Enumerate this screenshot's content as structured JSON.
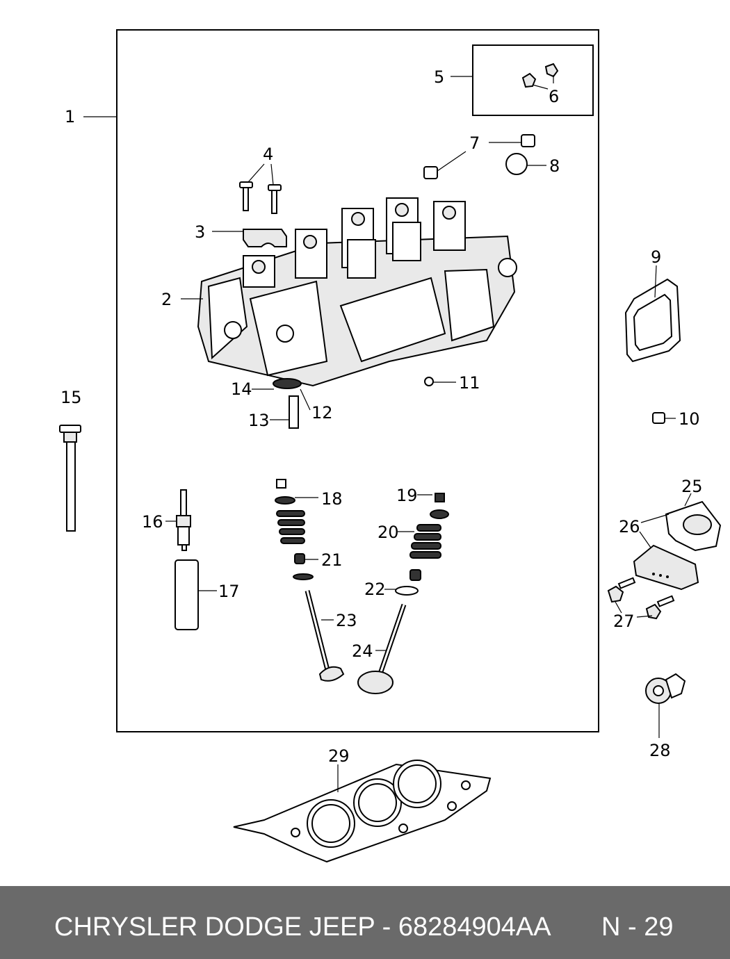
{
  "diagram": {
    "callouts": {
      "c1": "1",
      "c2": "2",
      "c3": "3",
      "c4": "4",
      "c5": "5",
      "c6": "6",
      "c7": "7",
      "c8": "8",
      "c9": "9",
      "c10": "10",
      "c11": "11",
      "c12": "12",
      "c13": "13",
      "c14": "14",
      "c15": "15",
      "c16": "16",
      "c17": "17",
      "c18": "18",
      "c19": "19",
      "c20": "20",
      "c21": "21",
      "c22": "22",
      "c23": "23",
      "c24": "24",
      "c25": "25",
      "c26": "26",
      "c27": "27",
      "c28": "28",
      "c29": "29"
    }
  },
  "footer": {
    "title": "CHRYSLER DODGE JEEP - 68284904AA",
    "page": "N - 29",
    "background": "#6a6a6a",
    "text_color": "#ffffff"
  }
}
